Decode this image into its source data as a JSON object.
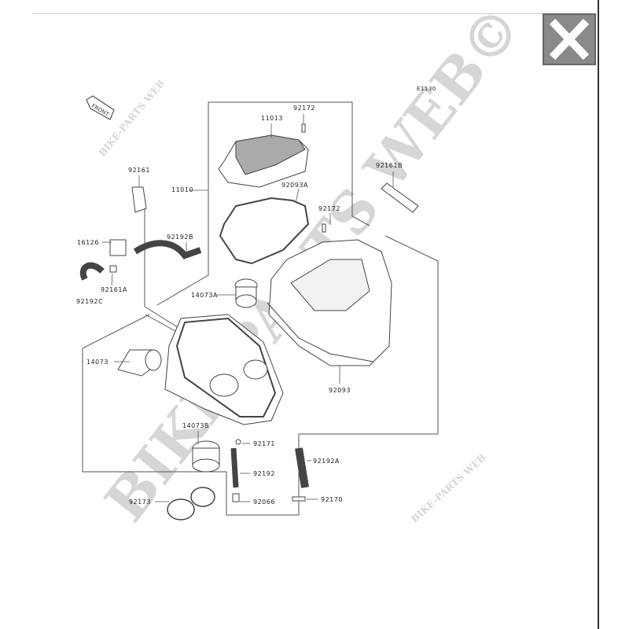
{
  "diagram_code": "E1130",
  "front_marker": "FRONT",
  "watermarks": {
    "large": "BIKE-PARTS WEB©",
    "small": "BIKE-PARTS WEB"
  },
  "close_button": {
    "icon": "close-x-icon",
    "color": "#8a8a8a"
  },
  "parts": {
    "p92172a": "92172",
    "p11013": "11013",
    "p92161": "92161",
    "p11010": "11010",
    "p92093A": "92093A",
    "p92161B": "92161B",
    "p92172b": "92172",
    "p16126": "16126",
    "p92192B": "92192B",
    "p92161A": "92161A",
    "p92192C": "92192C",
    "p14073A": "14073A",
    "p14073": "14073",
    "p92093": "92093",
    "p14073B": "14073B",
    "p92171": "92171",
    "p92192A": "92192A",
    "p92192": "92192",
    "p92173": "92173",
    "p92066": "92066",
    "p92170": "92170"
  }
}
